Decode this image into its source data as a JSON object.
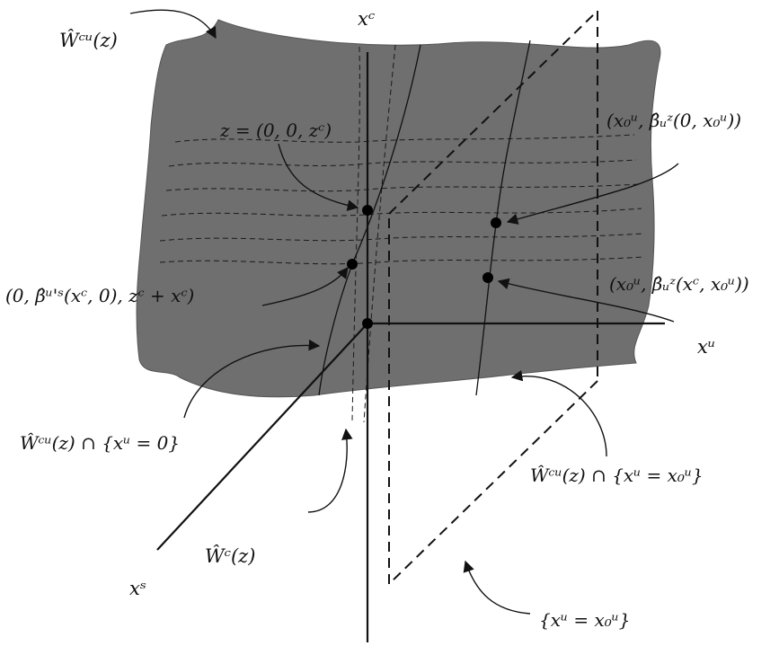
{
  "labels": {
    "surface_cu": "Ŵᶜᵘ(z)",
    "axis_xc": "xᶜ",
    "axis_xu": "xᵘ",
    "axis_xs": "xˢ",
    "point_z": "z = (0, 0, zᶜ)",
    "point_beta0": "(x₀ᵘ, β̂ᵤᶻ(0, x₀ᵘ))",
    "point_betaxc": "(x₀ᵘ, β̂ᵤᶻ(xᶜ, x₀ᵘ))",
    "point_beta_us": "(0, β̂ᵘ'ˢ(xᶜ, 0), zᶜ + xᶜ)",
    "curve_xu0": "Ŵᶜᵘ(z) ∩ {xᵘ = 0}",
    "curve_xu_x0": "Ŵᶜᵘ(z) ∩ {xᵘ = x₀ᵘ}",
    "curve_center": "Ŵᶜ(z)",
    "plane_xu_x0": "{xᵘ = x₀ᵘ}"
  },
  "colors": {
    "surface": "#6f6f6f",
    "ink": "#111111",
    "background": "#ffffff"
  }
}
